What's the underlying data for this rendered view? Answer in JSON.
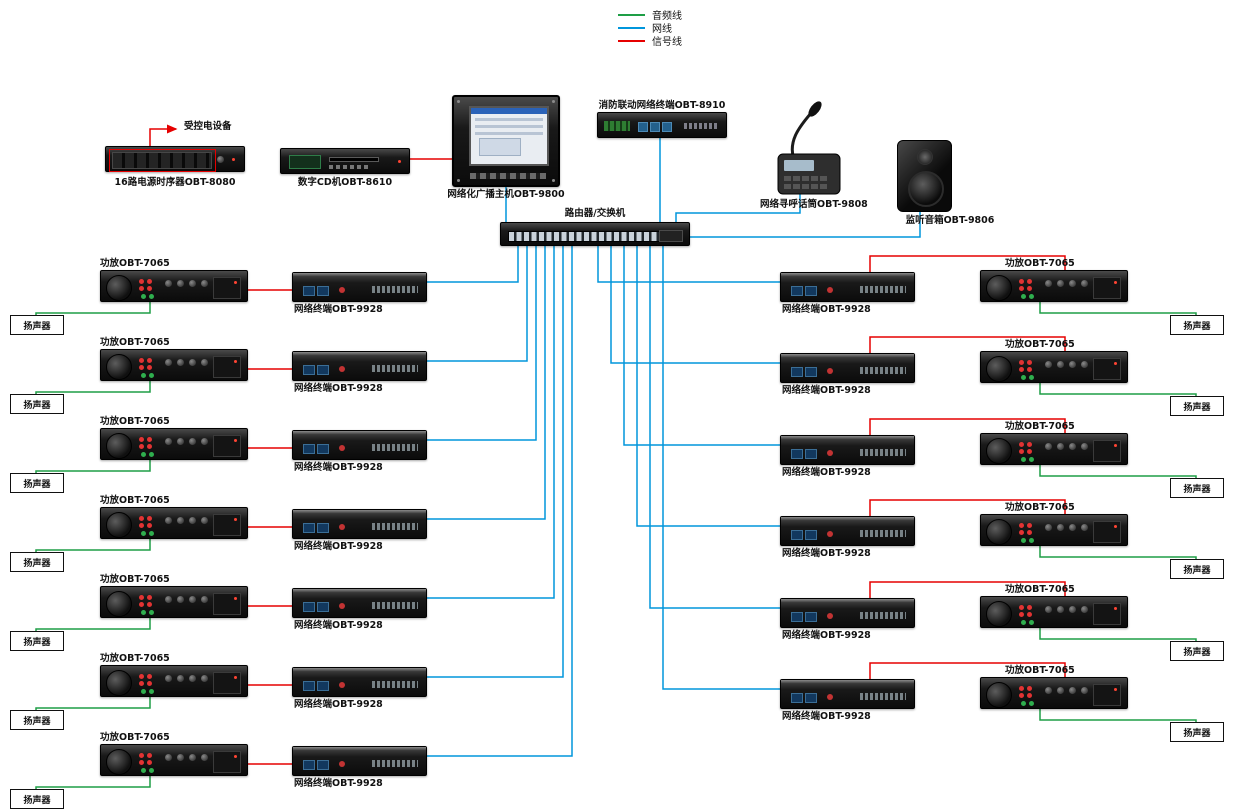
{
  "legend": {
    "items": [
      {
        "name": "audio-line",
        "label": "音频线",
        "color": "#1e9e46"
      },
      {
        "name": "network-line",
        "label": "网线",
        "color": "#0096dc"
      },
      {
        "name": "signal-line",
        "label": "信号线",
        "color": "#e60000"
      }
    ]
  },
  "top_devices": {
    "controlled_label": "受控电设备",
    "sequencer_label": "16路电源时序器OBT-8080",
    "cd_label": "数字CD机OBT-8610",
    "host_label": "网络化广播主机OBT-9800",
    "fire_label": "消防联动网络终端OBT-8910",
    "mic_label": "网络寻呼话筒OBT-9808",
    "monitor_label": "监听音箱OBT-9806",
    "switch_label": "路由器/交换机"
  },
  "rows": {
    "left": [
      {
        "amp_label": "功放OBT-7065",
        "terminal_label": "网络终端OBT-9928",
        "speaker_label": "扬声器"
      },
      {
        "amp_label": "功放OBT-7065",
        "terminal_label": "网络终端OBT-9928",
        "speaker_label": "扬声器"
      },
      {
        "amp_label": "功放OBT-7065",
        "terminal_label": "网络终端OBT-9928",
        "speaker_label": "扬声器"
      },
      {
        "amp_label": "功放OBT-7065",
        "terminal_label": "网络终端OBT-9928",
        "speaker_label": "扬声器"
      },
      {
        "amp_label": "功放OBT-7065",
        "terminal_label": "网络终端OBT-9928",
        "speaker_label": "扬声器"
      },
      {
        "amp_label": "功放OBT-7065",
        "terminal_label": "网络终端OBT-9928",
        "speaker_label": "扬声器"
      },
      {
        "amp_label": "功放OBT-7065",
        "terminal_label": "网络终端OBT-9928",
        "speaker_label": "扬声器"
      }
    ],
    "right": [
      {
        "amp_label": "功放OBT-7065",
        "terminal_label": "网络终端OBT-9928",
        "speaker_label": "扬声器"
      },
      {
        "amp_label": "功放OBT-7065",
        "terminal_label": "网络终端OBT-9928",
        "speaker_label": "扬声器"
      },
      {
        "amp_label": "功放OBT-7065",
        "terminal_label": "网络终端OBT-9928",
        "speaker_label": "扬声器"
      },
      {
        "amp_label": "功放OBT-7065",
        "terminal_label": "网络终端OBT-9928",
        "speaker_label": "扬声器"
      },
      {
        "amp_label": "功放OBT-7065",
        "terminal_label": "网络终端OBT-9928",
        "speaker_label": "扬声器"
      },
      {
        "amp_label": "功放OBT-7065",
        "terminal_label": "网络终端OBT-9928",
        "speaker_label": "扬声器"
      }
    ]
  }
}
